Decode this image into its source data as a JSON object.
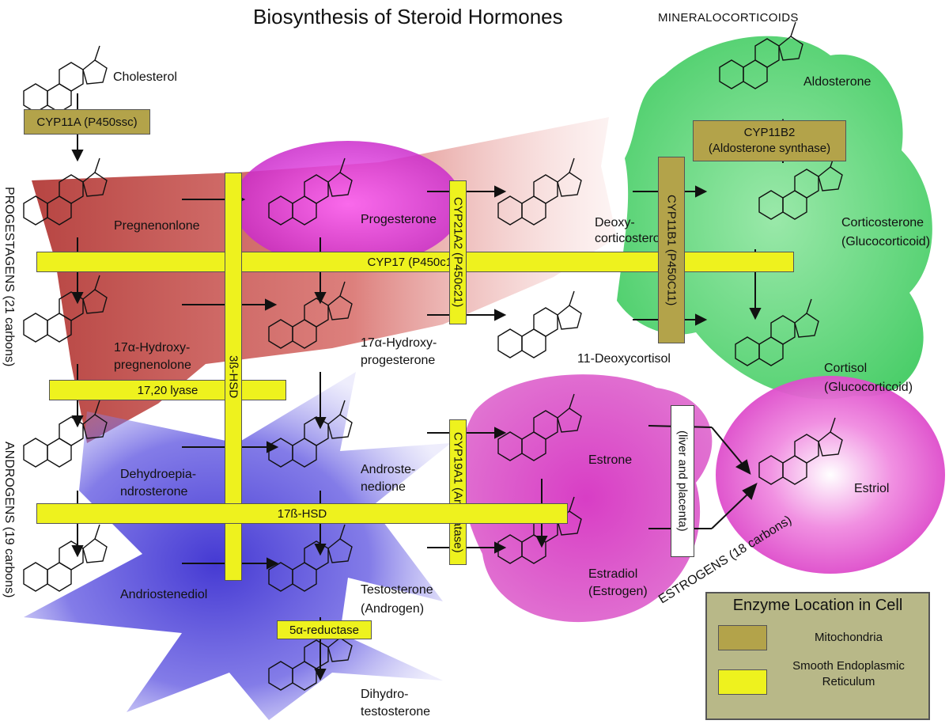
{
  "title": "Biosynthesis of Steroid Hormones",
  "groups": {
    "progestagens": "PROGESTAGENS (21 carbons)",
    "androgens": "ANDROGENS (19 carbons)",
    "mineralocorticoids": "MINERALOCORTICOIDS",
    "estrogens": "ESTROGENS (18 carbons)"
  },
  "molecules": {
    "cholesterol": "Cholesterol",
    "pregnenolone": "Pregnenonlone",
    "progesterone": "Progesterone",
    "deoxycorticosterone_1": "Deoxy-",
    "deoxycorticosterone_2": "corticosterone",
    "corticosterone_1": "Corticosterone",
    "corticosterone_2": "(Glucocorticoid)",
    "aldosterone": "Aldosterone",
    "hydroxypregnenolone_1": "17α-Hydroxy-",
    "hydroxypregnenolone_2": "pregnenolone",
    "hydroxyprogesterone_1": "17α-Hydroxy-",
    "hydroxyprogesterone_2": "progesterone",
    "deoxycortisol": "11-Deoxycortisol",
    "cortisol_1": "Cortisol",
    "cortisol_2": "(Glucocorticoid)",
    "dhea_1": "Dehydroepia-",
    "dhea_2": "ndrosterone",
    "androstenedione_1": "Androste-",
    "androstenedione_2": "nedione",
    "estrone": "Estrone",
    "estriol": "Estriol",
    "androstenediol": "Andriostenediol",
    "testosterone_1": "Testosterone",
    "testosterone_2": "(Androgen)",
    "estradiol_1": "Estradiol",
    "estradiol_2": "(Estrogen)",
    "dht_1": "Dihydro-",
    "dht_2": "testosterone"
  },
  "enzymes": {
    "cyp11a": "CYP11A (P450ssc)",
    "cyp11b2_1": "CYP11B2",
    "cyp11b2_2": "(Aldosterone synthase)",
    "cyp17": "CYP17 (P450c17)",
    "lyase": "17,20 lyase",
    "hsd3b": "3ß-HSD",
    "cyp21a2": "CYP21A2 (P450c21)",
    "cyp11b1": "CYP11B1 (P450C11)",
    "cyp19a1": "CYP19A1 (Aromatase)",
    "hsd17b": "17ß-HSD",
    "reductase": "5α-reductase",
    "liver": "(liver and placenta)"
  },
  "legend": {
    "title": "Enzyme Location in Cell",
    "items": [
      {
        "label": "Mitochondria",
        "color": "#b3a34a"
      },
      {
        "label": "Smooth Endoplasmic Reticulum",
        "color": "#eef21e"
      }
    ]
  },
  "colors": {
    "progestagen_region": "#c0504d",
    "progesterone_region": "#cc33cc",
    "mineralocorticoid_region": "#33cc55",
    "androgen_region": "#3b2fd0",
    "estrogen_region": "#d633c2"
  }
}
